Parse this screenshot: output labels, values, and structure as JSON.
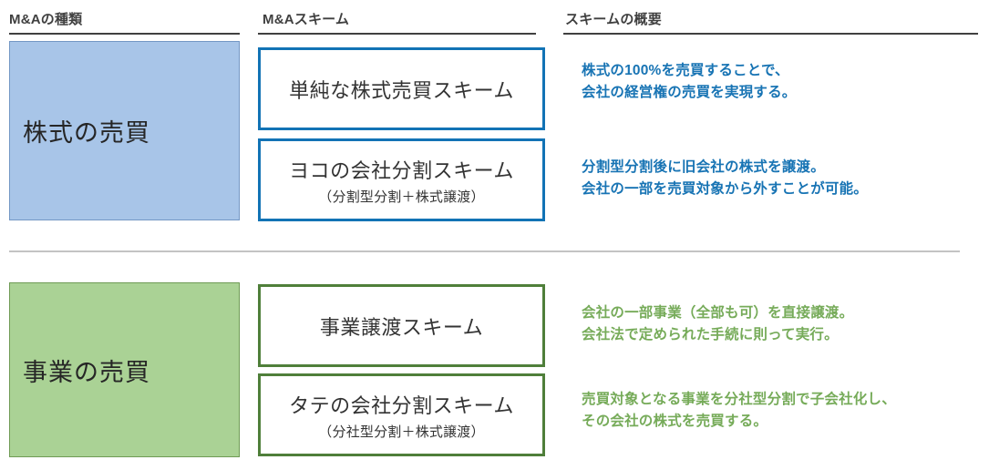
{
  "headers": {
    "type_label": "M&Aの種類",
    "scheme_label": "M&Aスキーム",
    "overview_label": "スキームの概要"
  },
  "colors": {
    "stock_block_fill": "#a8c5e8",
    "stock_block_border": "#7397c4",
    "stock_box_border": "#1273b5",
    "stock_text": "#1874b4",
    "business_block_fill": "#aad295",
    "business_block_border": "#6f9b55",
    "business_box_border": "#4f7f3a",
    "business_text": "#76ab59",
    "header_rule": "#404040",
    "section_divider": "#c3c3c3"
  },
  "sections": [
    {
      "category": "株式の売買",
      "theme": "blue",
      "rows": [
        {
          "scheme_title": "単純な株式売買スキーム",
          "scheme_subtitle": "",
          "description": "株式の100%を売買することで、\n会社の経営権の売買を実現する。"
        },
        {
          "scheme_title": "ヨコの会社分割スキーム",
          "scheme_subtitle": "（分割型分割＋株式譲渡）",
          "description": "分割型分割後に旧会社の株式を譲渡。\n会社の一部を売買対象から外すことが可能。"
        }
      ]
    },
    {
      "category": "事業の売買",
      "theme": "green",
      "rows": [
        {
          "scheme_title": "事業譲渡スキーム",
          "scheme_subtitle": "",
          "description": "会社の一部事業（全部も可）を直接譲渡。\n会社法で定められた手続に則って実行。"
        },
        {
          "scheme_title": "タテの会社分割スキーム",
          "scheme_subtitle": "（分社型分割＋株式譲渡）",
          "description": "売買対象となる事業を分社型分割で子会社化し、\nその会社の株式を売買する。"
        }
      ]
    }
  ]
}
